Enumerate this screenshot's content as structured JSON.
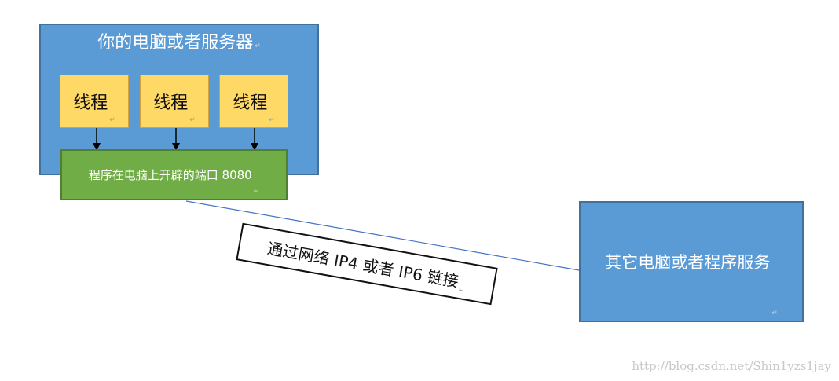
{
  "server": {
    "title": "你的电脑或者服务器",
    "threads": [
      "线程",
      "线程",
      "线程"
    ],
    "port_label": "程序在电脑上开辟的端口 8080"
  },
  "connection": {
    "label": "通过网络 IP4 或者 IP6 链接"
  },
  "remote": {
    "label": "其它电脑或者程序服务"
  },
  "paragraph_mark": "↵",
  "watermark": "http://blog.csdn.net/Shin1yzs1jay",
  "colors": {
    "blue_box": "#5b9bd5",
    "thread_box": "#ffd966",
    "port_box": "#70ad47",
    "link_line": "#4472c4"
  }
}
